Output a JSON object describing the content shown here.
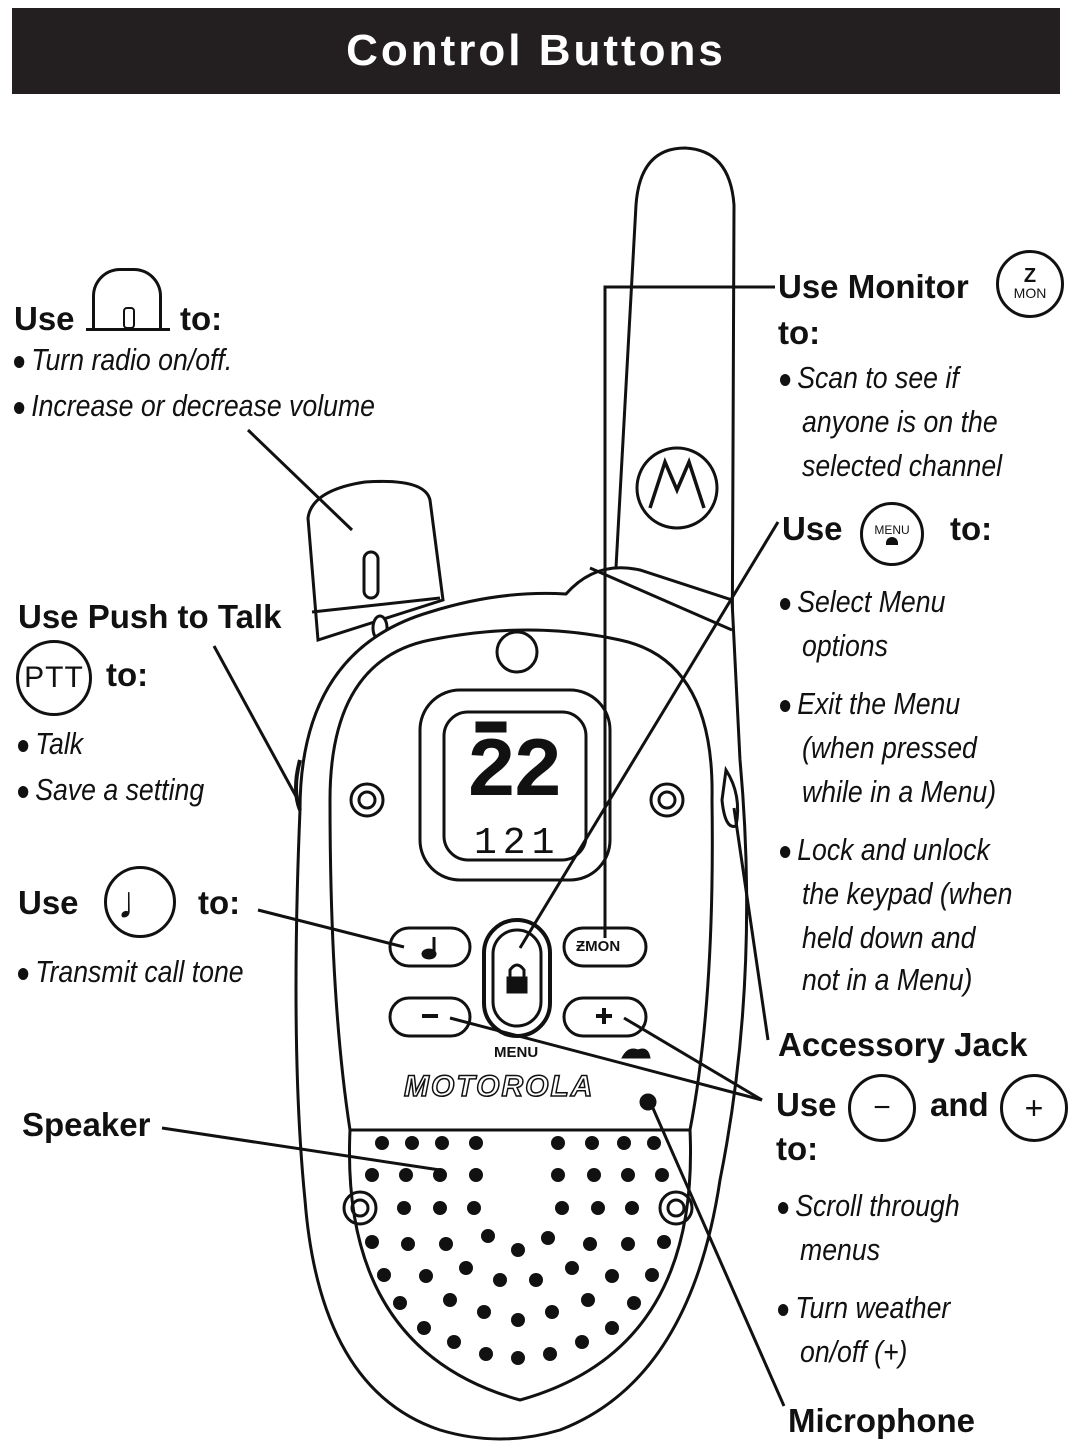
{
  "title": "Control Buttons",
  "volume": {
    "use": "Use",
    "to": "to:",
    "bullets": [
      "Turn radio on/off.",
      "Increase or decrease volume"
    ]
  },
  "ptt": {
    "heading": "Use Push to Talk",
    "icon_text": "PTT",
    "to": "to:",
    "bullets": [
      "Talk",
      "Save a setting"
    ]
  },
  "tone": {
    "use": "Use",
    "to": "to:",
    "bullets": [
      "Transmit call tone"
    ]
  },
  "speaker": {
    "label": "Speaker"
  },
  "monitor": {
    "heading": "Use Monitor",
    "icon_text": "MON",
    "to": "to:",
    "bullets": [
      "Scan to see if",
      "anyone is on the",
      "selected channel"
    ]
  },
  "menu": {
    "use": "Use",
    "icon_text": "MENU",
    "to": "to:",
    "bullets": [
      "Select Menu",
      "options",
      "Exit the Menu",
      "(when pressed",
      "while in a Menu)",
      "Lock and unlock",
      "the keypad (when",
      "held down and",
      "not in a Menu)"
    ]
  },
  "accessory": {
    "label": "Accessory Jack"
  },
  "scroll": {
    "use": "Use",
    "and": "and",
    "to": "to:",
    "minus": "−",
    "plus": "+",
    "bullets": [
      "Scroll through",
      "menus",
      "Turn weather",
      "on/off (+)"
    ]
  },
  "microphone": {
    "label": "Microphone"
  },
  "radio": {
    "display_channel": "22",
    "display_code": "121",
    "brand": "MOTOROLA",
    "menu_label": "MENU",
    "mon_label": "MON"
  },
  "icons": [
    "volume-knob-icon",
    "ptt-icon",
    "music-note-icon",
    "monitor-icon",
    "menu-lock-icon",
    "minus-icon",
    "plus-icon",
    "motorola-logo-icon",
    "battery-icon",
    "weather-icon"
  ]
}
